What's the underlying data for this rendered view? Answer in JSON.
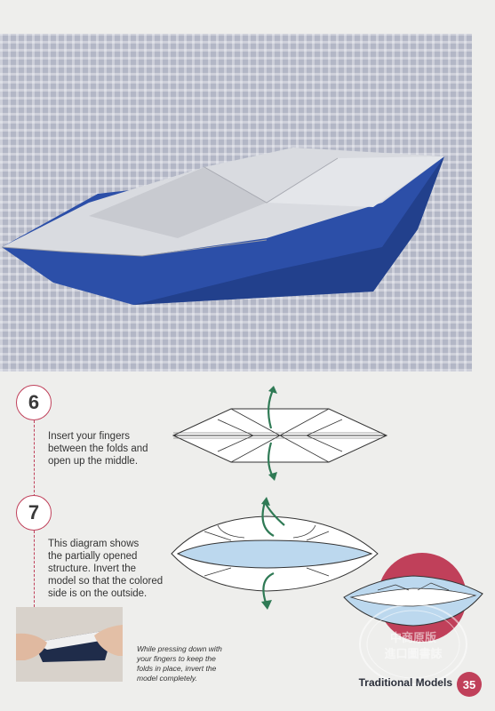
{
  "steps": [
    {
      "number": "6",
      "text": [
        "Insert your fingers",
        "between the folds and",
        "open up the middle."
      ]
    },
    {
      "number": "7",
      "text": [
        "This diagram shows",
        "the partially opened",
        "structure. Invert the",
        "model so that the colored",
        "side is on the outside."
      ]
    }
  ],
  "caption": [
    "While pressing down with",
    "your fingers to keep the",
    "folds in place, invert the",
    "model completely."
  ],
  "footer": {
    "section": "Traditional Models",
    "page": "35"
  },
  "watermark": {
    "line1": "中商原版",
    "line2": "進口圖書誌"
  },
  "colors": {
    "accent": "#c0405a",
    "arrow": "#2f7a55",
    "boat_blue": "#2c4fa8",
    "inner_blue": "#bcd8ee"
  }
}
